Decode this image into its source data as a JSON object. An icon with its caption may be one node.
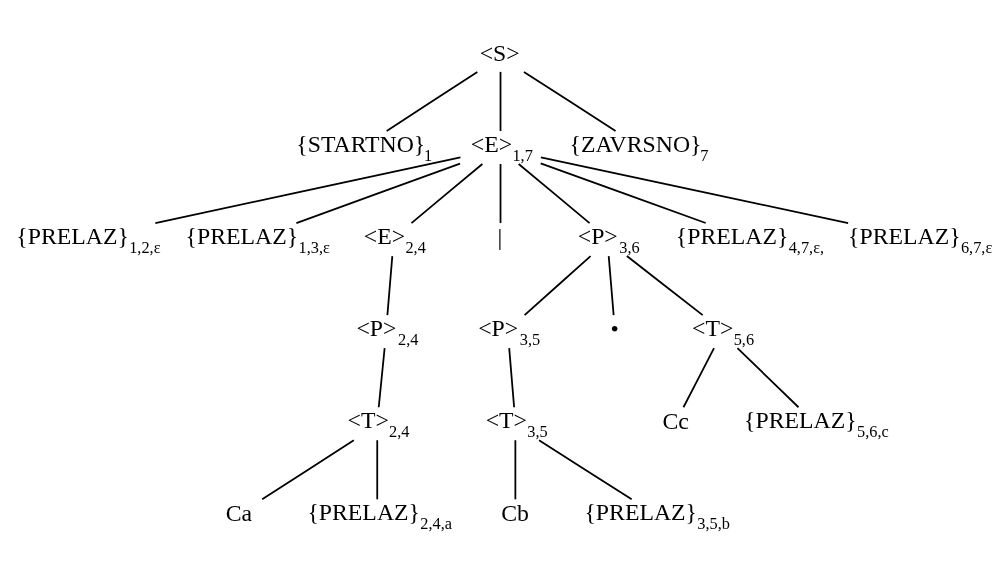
{
  "diagram": {
    "nodes": [
      {
        "text": [
          "<S>"
        ]
      },
      {
        "text": [
          "{STARTNO}$_{1}$"
        ]
      },
      {
        "text": [
          "<E>$_{1,7}$"
        ]
      },
      {
        "text": [
          "{ZAVRSNO}$_{7}$"
        ]
      },
      {
        "text": [
          "{PRELAZ}$_{1,2,ε}$"
        ]
      },
      {
        "text": [
          "{PRELAZ}$_{1,3,ε}$"
        ]
      },
      {
        "text": [
          "<E>$_{2,4}$"
        ]
      },
      {
        "text": [
          "|"
        ]
      },
      {
        "text": [
          "<P>$_{3,6}$"
        ]
      },
      {
        "text": [
          "{PRELAZ}$_{4,7,ε,}$"
        ]
      },
      {
        "text": [
          "{PRELAZ}$_{6,7,ε}$"
        ]
      },
      {
        "text": [
          "<P>$_{2,4}$"
        ]
      },
      {
        "text": [
          "<P>$_{3,5}$"
        ]
      },
      {
        "text": [
          "•"
        ]
      },
      {
        "text": [
          "<T>$_{5,6}$"
        ]
      },
      {
        "text": [
          "<T>$_{2,4}$"
        ]
      },
      {
        "text": [
          "<T>$_{3,5}$"
        ]
      },
      {
        "text": [
          "Cc"
        ]
      },
      {
        "text": [
          "{PRELAZ}$_{5,6,c}$"
        ]
      },
      {
        "text": [
          "Ca"
        ]
      },
      {
        "text": [
          "{PRELAZ}$_{2,4,a}$"
        ]
      },
      {
        "text": [
          "Cb"
        ]
      },
      {
        "text": [
          "{PRELAZ}$_{3,5,b}$"
        ]
      }
    ],
    "edges": [
      {
        "from": 0,
        "to": 1,
        "arrow": "none"
      },
      {
        "from": 0,
        "to": 2,
        "arrow": "none"
      },
      {
        "from": 0,
        "to": 3,
        "arrow": "none"
      },
      {
        "from": 2,
        "to": 4,
        "arrow": "none"
      },
      {
        "from": 2,
        "to": 5,
        "arrow": "none"
      },
      {
        "from": 2,
        "to": 6,
        "arrow": "none"
      },
      {
        "from": 2,
        "to": 7,
        "arrow": "none"
      },
      {
        "from": 2,
        "to": 8,
        "arrow": "none"
      },
      {
        "from": 2,
        "to": 9,
        "arrow": "none"
      },
      {
        "from": 2,
        "to": 10,
        "arrow": "none"
      },
      {
        "from": 6,
        "to": 11,
        "arrow": "none"
      },
      {
        "from": 11,
        "to": 15,
        "arrow": "none"
      },
      {
        "from": 15,
        "to": 19,
        "arrow": "none"
      },
      {
        "from": 15,
        "to": 20,
        "arrow": "none"
      },
      {
        "from": 8,
        "to": 12,
        "arrow": "none"
      },
      {
        "from": 8,
        "to": 13,
        "arrow": "none"
      },
      {
        "from": 8,
        "to": 14,
        "arrow": "none"
      },
      {
        "from": 12,
        "to": 16,
        "arrow": "none"
      },
      {
        "from": 16,
        "to": 21,
        "arrow": "none"
      },
      {
        "from": 16,
        "to": 22,
        "arrow": "none"
      },
      {
        "from": 14,
        "to": 17,
        "arrow": "none"
      },
      {
        "from": 14,
        "to": 18,
        "arrow": "none"
      }
    ]
  }
}
